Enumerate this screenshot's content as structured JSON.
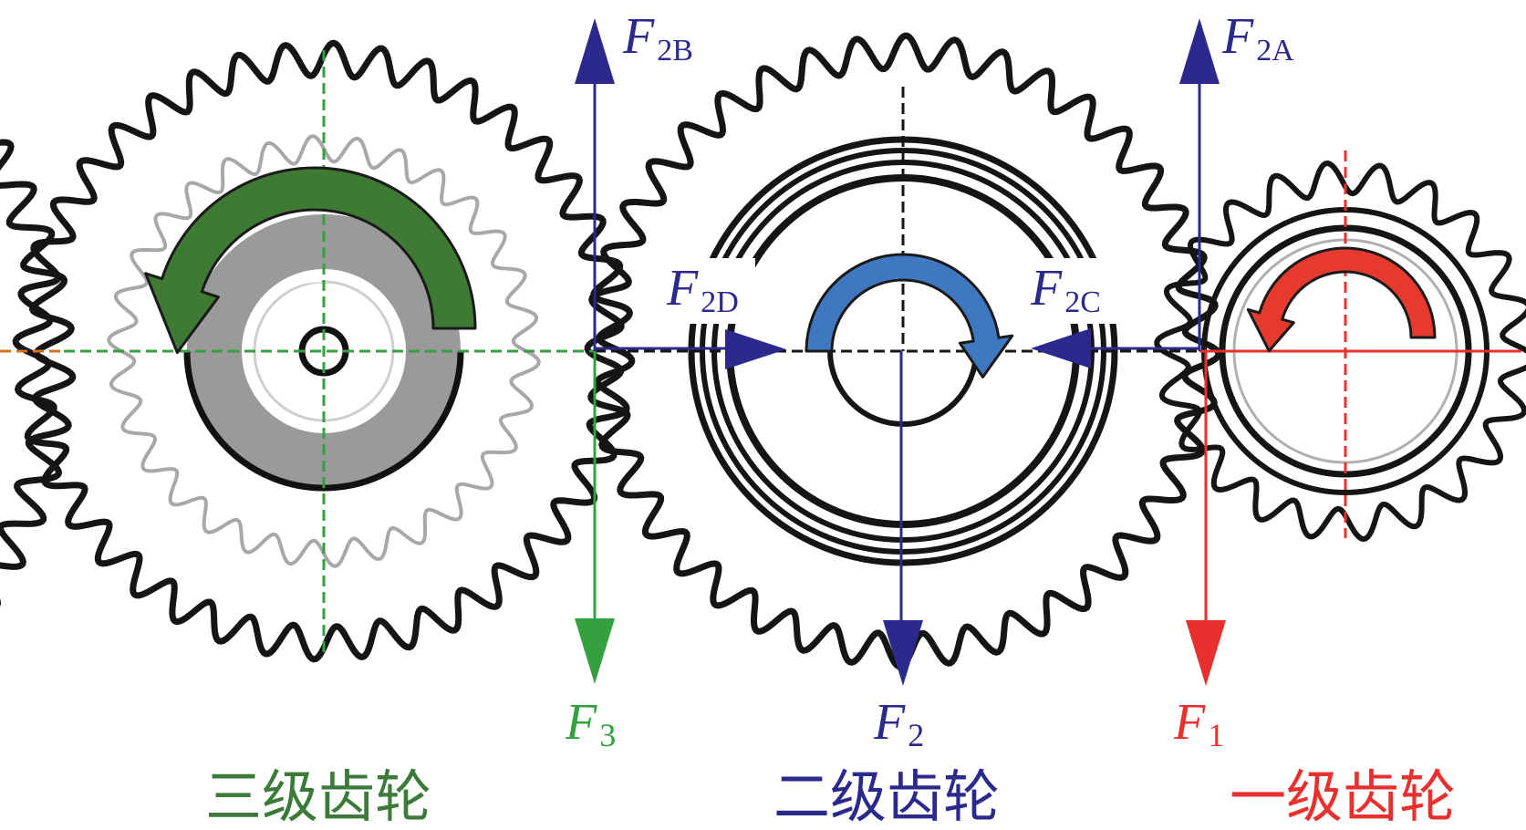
{
  "colors": {
    "blue": "#2b2a8c",
    "red": "#e8312f",
    "green": "#35a040",
    "dark_green": "#2e7d32",
    "label_green": "#3c7a3a",
    "arrow_green": "#3e7a34",
    "arrow_blue": "#3f78c0",
    "arrow_red": "#e63a2e",
    "orange": "#d8701e",
    "gear_black": "#151515",
    "gear_gray": "#a0a0a0"
  },
  "forces": {
    "f2b": {
      "var": "F",
      "sub": "2B"
    },
    "f2a": {
      "var": "F",
      "sub": "2A"
    },
    "f2d": {
      "var": "F",
      "sub": "2D"
    },
    "f2c": {
      "var": "F",
      "sub": "2C"
    },
    "f3": {
      "var": "F",
      "sub": "3"
    },
    "f2": {
      "var": "F",
      "sub": "2"
    },
    "f1": {
      "var": "F",
      "sub": "1"
    }
  },
  "gears": {
    "third": {
      "label": "三级齿轮",
      "rotation": "counterclockwise",
      "arrow_icon": "green-rotation-arrow-icon"
    },
    "second": {
      "label": "二级齿轮",
      "rotation": "clockwise",
      "arrow_icon": "blue-rotation-arrow-icon"
    },
    "first": {
      "label": "一级齿轮",
      "rotation": "counterclockwise",
      "arrow_icon": "red-rotation-arrow-icon"
    }
  }
}
